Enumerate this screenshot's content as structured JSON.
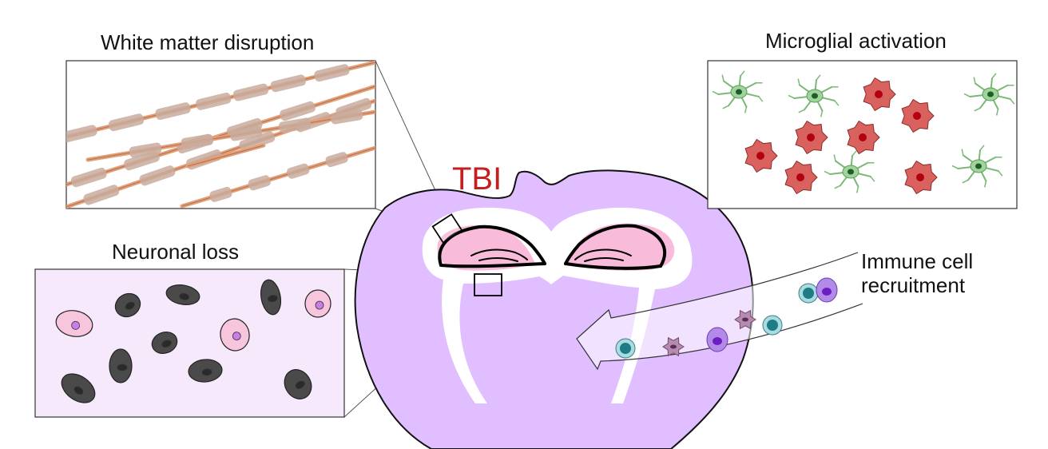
{
  "labels": {
    "white_matter": "White matter disruption",
    "microglial": "Microglial activation",
    "neuronal": "Neuronal loss",
    "immune_line1": "Immune cell",
    "immune_line2": "recruitment",
    "tbi": "TBI"
  },
  "colors": {
    "brain": "#e1beff",
    "pink_region": "#f8bbd9",
    "white_matter": "#ffffff",
    "tbi_red": "#c41e1e",
    "axon_orange": "#e2a07a",
    "myelin": "#c9ab9d",
    "microglia_green": "#9fd49a",
    "activated_red": "#d9625e",
    "neuron_dark": "#4a4a4a",
    "neuron_pink": "#f8c6dc",
    "teal_cell": "#a9dce0",
    "purple_cell": "#b48ae8",
    "panel_bg_neuronal": "#f6e9fb"
  }
}
